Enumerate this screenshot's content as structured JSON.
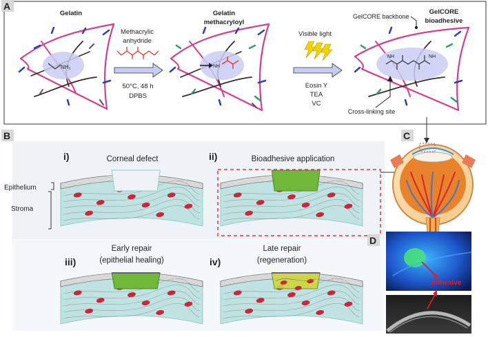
{
  "panel_a": {
    "letter": "A",
    "gelatin_title": "Gelatin",
    "amine_label": "NH₂",
    "reagent_lines": [
      "Methacrylic",
      "anhydride"
    ],
    "conditions_lines": [
      "50°C, 48 h",
      "DPBS"
    ],
    "gelma_title_lines": [
      "Gelatin",
      "methacryloyl"
    ],
    "gelma_nh_label": "NH",
    "light_label": "Visible light",
    "photo_reagents": [
      "Eosin Y",
      "TEA",
      "VC"
    ],
    "backbone_label": "GelCORE backbone",
    "gelcore_title_lines": [
      "GelCORE",
      "bioadhesive"
    ],
    "crosslink_label": "Cross-linking site",
    "gelcore_nh_labels": [
      "NH",
      "NH"
    ]
  },
  "panel_b": {
    "letter": "B",
    "layer_epithelium": "Epithelium",
    "layer_stroma": "Stroma",
    "steps": [
      {
        "roman": "i)",
        "title_lines": [
          "Corneal defect"
        ]
      },
      {
        "roman": "ii)",
        "title_lines": [
          "Bioadhesive application"
        ]
      },
      {
        "roman": "iii)",
        "title_lines": [
          "Early repair",
          "(epithelial healing)"
        ]
      },
      {
        "roman": "iv)",
        "title_lines": [
          "Late repair",
          "(regeneration)"
        ]
      }
    ]
  },
  "panel_c": {
    "letter": "C"
  },
  "panel_d": {
    "letter": "D",
    "adhesive_label": "Adhesive"
  },
  "colors": {
    "chain": "#d63d8c",
    "chain_dark": "#3a2a2a",
    "blue_tick": "#2a3fb0",
    "green_tick": "#2f9c6a",
    "arrow_fill": "#c7cdf0",
    "bolt": "#f2d200",
    "stroma": "#bfe3e3",
    "cell": "#c8283a",
    "hydrogel": "#6fb83a",
    "regen": "#cfd63a",
    "dash_red": "#e03a3a",
    "iris": "#e8832b",
    "vessel_red": "#d6242a",
    "vessel_blue": "#4b73c9"
  }
}
